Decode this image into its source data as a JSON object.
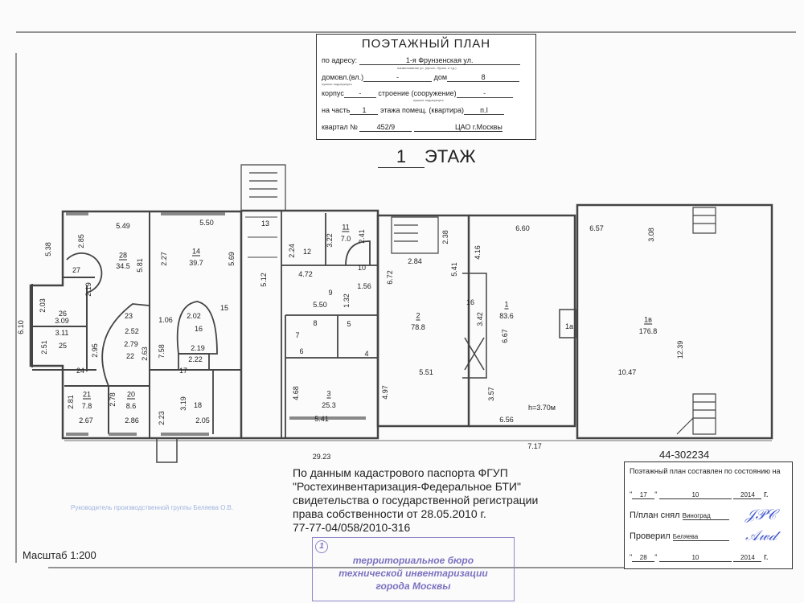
{
  "header": {
    "title": "ПОЭТАЖНЫЙ ПЛАН",
    "address_label": "по адресу:",
    "address": "1-я Фрунзенская ул.",
    "address_hint": "наименование ул. (просп., бульв. и т.д.)",
    "domovl_label": "домовл.(вл.)",
    "domovl": "-",
    "dom_label": "дом",
    "dom": "8",
    "hint1": "нужное подчеркнуть",
    "korpus_label": "корпус",
    "korpus": "-",
    "stroenie_label": "строение (сооружение)",
    "stroenie": "-",
    "hint2": "нужное подчеркнуть",
    "part_label": "на часть",
    "part": "1",
    "floor_label": "этажа помещ. (квартира)",
    "premises": "п.I",
    "kvartal_label": "квартал №",
    "kvartal": "452/9",
    "district": "ЦАО г.Москвы"
  },
  "floor_title": {
    "number": "1",
    "label": "ЭТАЖ"
  },
  "plan": {
    "labels": [
      "5.49",
      "2.85",
      "28",
      "34.5",
      "5.81",
      "5.38",
      "27",
      "2.19",
      "6.10",
      "26",
      "2.03",
      "3.09",
      "3.11",
      "25",
      "2.51",
      "23",
      "2.52",
      "2.79",
      "22",
      "2.95",
      "2.63",
      "24",
      "21",
      "7.8",
      "2.81",
      "2.67",
      "20",
      "8.6",
      "2.78",
      "2.86",
      "14",
      "39.7",
      "5.50",
      "2.27",
      "5.69",
      "1.06",
      "7.58",
      "2.02",
      "16",
      "2.19",
      "15",
      "2.22",
      "17",
      "18",
      "3.19",
      "2.05",
      "2.23",
      "13",
      "5.12",
      "12",
      "2.24",
      "11",
      "7.0",
      "3.22",
      "2.41",
      "10",
      "4.72",
      "1.56",
      "9",
      "5.50",
      "1.32",
      "8",
      "5",
      "7",
      "6",
      "4",
      "3",
      "25.3",
      "4.68",
      "5.41",
      "4.97",
      "2.84",
      "2.38",
      "6.72",
      "5.41",
      "2",
      "78.8",
      "5.51",
      "29.23",
      "4.16",
      "16",
      "3.42",
      "6.60",
      "1",
      "83.6",
      "6.67",
      "3.57",
      "6.56",
      "h=3.70м",
      "1а",
      "7.17",
      "6.57",
      "3.08",
      "1в",
      "176.8",
      "12.39",
      "10.47"
    ]
  },
  "inventory_code": "44-302234",
  "note": [
    "По данным кадастрового паспорта ФГУП",
    "\"Ростехинвентаризация-Федеральное БТИ\"",
    "свидетельства о государственной регистрации",
    "права собственности от 28.05.2010 г.",
    "77-77-04/058/2010-316"
  ],
  "manager": "Руководитель производственной группы Беляева О.В.",
  "scale": "Масштаб 1:200",
  "stamp": {
    "num": "1",
    "lines": [
      "территориальное бюро",
      "технической инвентаризации",
      "города Москвы"
    ]
  },
  "approval": {
    "heading": "Поэтажный план составлен по состоянию на",
    "d1_day": "17",
    "d1_month": "10",
    "d1_year": "2014",
    "g": "г.",
    "taken_label": "П/план снял",
    "taken_by": "Виноград",
    "checked_label": "Проверил",
    "checked_by": "Беляева",
    "d2_day": "28",
    "d2_month": "10",
    "d2_year": "2014"
  },
  "colors": {
    "stamp": "#7a72c0",
    "signature": "#4a5fd0",
    "wall": "#444444"
  }
}
